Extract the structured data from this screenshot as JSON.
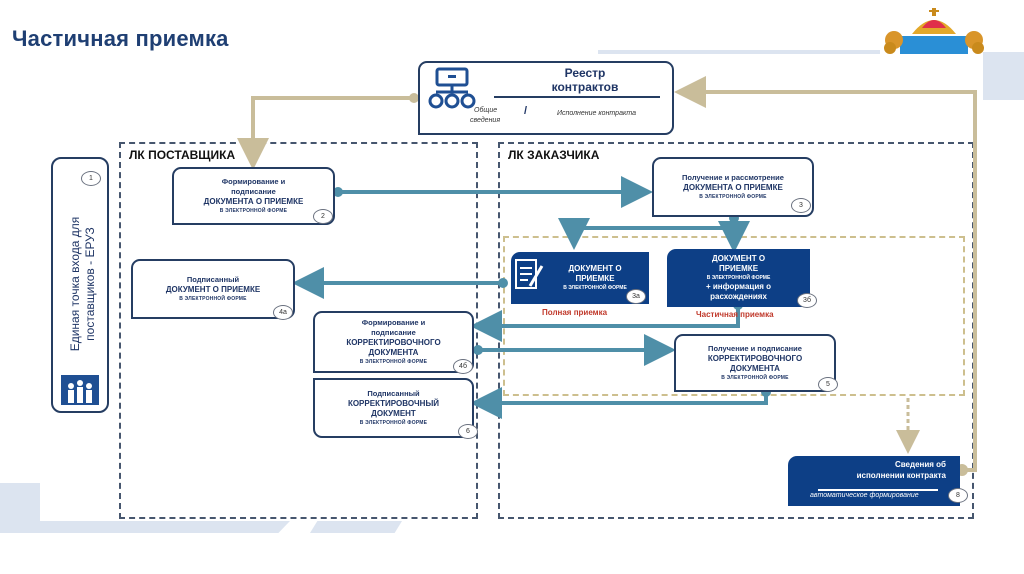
{
  "page": {
    "title": "Частичная приемка"
  },
  "registry": {
    "title_line1": "Реестр",
    "title_line2": "контрактов",
    "general_info_line1": "Общие",
    "general_info_line2": "сведения",
    "separator": "/",
    "execution": "Исполнение контракта"
  },
  "eruz": {
    "number": "1",
    "label_line1": "Единая точка входа для",
    "label_line2": "поставщиков - ЕРУЗ"
  },
  "lanes": {
    "supplier": "ЛК ПОСТАВЩИКА",
    "customer": "ЛК ЗАКАЗЧИКА"
  },
  "steps": {
    "s2": {
      "l1a": "Формирование и",
      "l1b": "подписание",
      "l2": "ДОКУМЕНТА О ПРИЕМКЕ",
      "l3": "В ЭЛЕКТРОННОЙ ФОРМЕ",
      "num": "2"
    },
    "s3": {
      "l1": "Получение и рассмотрение",
      "l2": "ДОКУМЕНТА О ПРИЕМКЕ",
      "l3": "В ЭЛЕКТРОННОЙ ФОРМЕ",
      "num": "3"
    },
    "s3a": {
      "l2a": "ДОКУМЕНТ О",
      "l2b": "ПРИЕМКЕ",
      "l3": "В ЭЛЕКТРОННОЙ ФОРМЕ",
      "num": "3а",
      "caption": "Полная приемка"
    },
    "s3b": {
      "l2a": "ДОКУМЕНТ О",
      "l2b": "ПРИЕМКЕ",
      "l3": "В ЭЛЕКТРОННОЙ ФОРМЕ",
      "l4a": "+ информация о",
      "l4b": "расхождениях",
      "num": "3б",
      "caption": "Частичная приемка"
    },
    "s4a": {
      "l1": "Подписанный",
      "l2": "ДОКУМЕНТ О ПРИЕМКЕ",
      "l3": "В ЭЛЕКТРОННОЙ ФОРМЕ",
      "num": "4а"
    },
    "s4b": {
      "l1a": "Формирование и",
      "l1b": "подписание",
      "l2a": "КОРРЕКТИРОВОЧНОГО",
      "l2b": "ДОКУМЕНТА",
      "l3": "В ЭЛЕКТРОННОЙ ФОРМЕ",
      "num": "4б"
    },
    "s5": {
      "l1": "Получение и подписание",
      "l2a": "КОРРЕКТИРОВОЧНОГО",
      "l2b": "ДОКУМЕНТА",
      "l3": "В ЭЛЕКТРОННОЙ ФОРМЕ",
      "num": "5"
    },
    "s6": {
      "l1": "Подписанный",
      "l2a": "КОРРЕКТИРОВОЧНЫЙ",
      "l2b": "ДОКУМЕНТ",
      "l3": "В ЭЛЕКТРОННОЙ ФОРМЕ",
      "num": "6"
    },
    "s8": {
      "l1a": "Сведения об",
      "l1b": "исполнении контракта",
      "sub": "автоматическое формирование",
      "num": "8"
    }
  },
  "colors": {
    "title": "#1f3f73",
    "box_border": "#253d62",
    "dark_box": "#0d3f86",
    "flow_arrow": "#4f8fa8",
    "registry_arrow": "#c9bd9a",
    "caption": "#c0392b",
    "decor": "#dce4f0"
  }
}
